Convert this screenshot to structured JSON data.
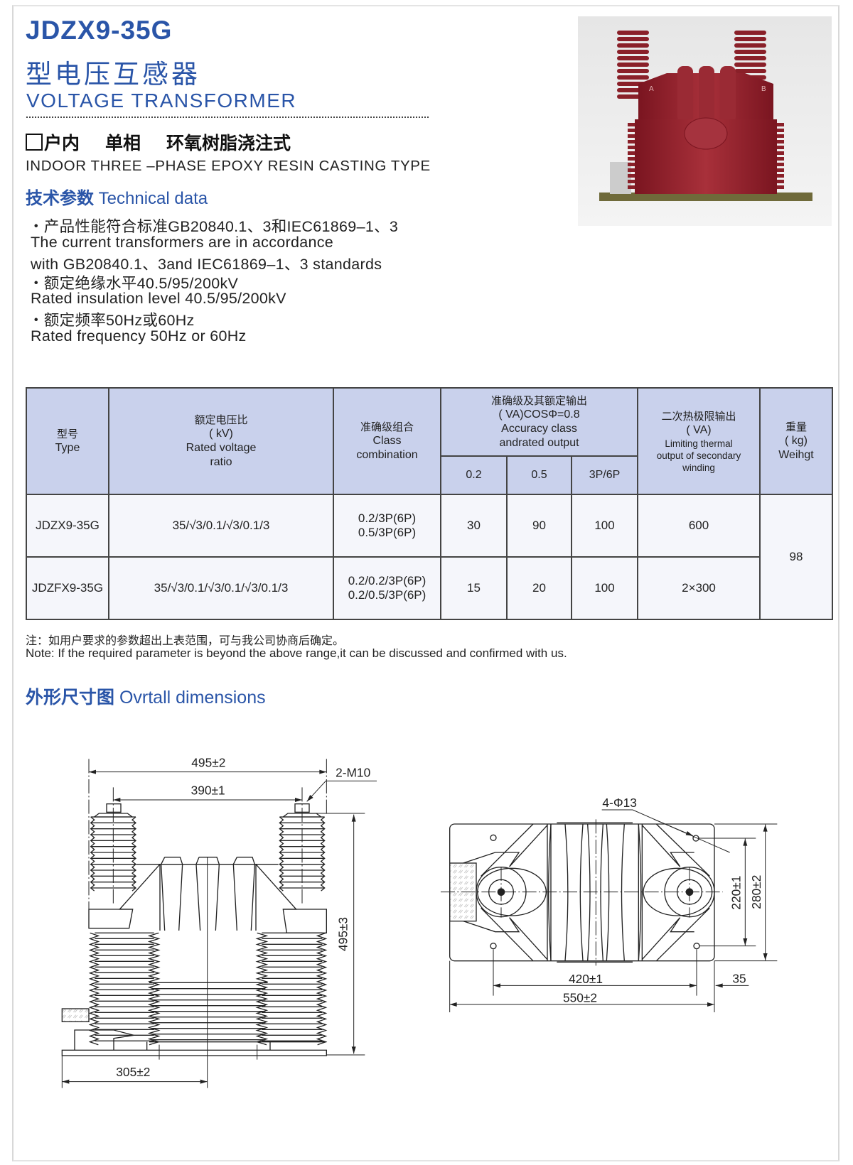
{
  "header": {
    "model": "JDZX9-35G",
    "cn_title": "型电压互感器",
    "en_title": "VOLTAGE  TRANSFORMER",
    "sub_cn": [
      "户内",
      "单相",
      "环氧树脂浇注式"
    ],
    "sub_en": "INDOOR THREE –PHASE EPOXY RESIN CASTING TYPE"
  },
  "tech": {
    "cn": "技术参数",
    "en": "Technical data",
    "lines": [
      "・产品性能符合标准GB20840.1、3和IEC61869–1、3",
      "The current transformers are in accordance",
      "with GB20840.1、3and IEC61869–1、3 standards",
      "・额定绝缘水平40.5/95/200kV",
      "Rated insulation level 40.5/95/200kV",
      "・额定频率50Hz或60Hz",
      "Rated frequency 50Hz or 60Hz"
    ]
  },
  "photo": {
    "labels": [
      "A",
      "B"
    ]
  },
  "table": {
    "headers": {
      "type_cn": "型号",
      "type_en": "Type",
      "ratio_cn": "额定电压比",
      "ratio_unit": "( kV)",
      "ratio_en1": "Rated voltage",
      "ratio_en2": "ratio",
      "class_cn": "准确级组合",
      "class_en1": "Class",
      "class_en2": "combination",
      "acc_cn": "准确级及其额定输出",
      "acc_unit": "( VA)COSΦ=0.8",
      "acc_en1": "Accuracy class",
      "acc_en2": "andrated output",
      "acc_sub": [
        "0.2",
        "0.5",
        "3P/6P"
      ],
      "therm_cn": "二次热极限输出",
      "therm_unit": "( VA)",
      "therm_en1": "Limiting thermal",
      "therm_en2": "output of secondary",
      "therm_en3": "winding",
      "weight_cn": "重量",
      "weight_unit": "( kg)",
      "weight_en": "Weihgt"
    },
    "rows": [
      {
        "type": "JDZX9-35G",
        "ratio": "35/√3/0.1/√3/0.1/3",
        "class1": "0.2/3P(6P)",
        "class2": "0.5/3P(6P)",
        "v02": "30",
        "v05": "90",
        "v3p": "100",
        "thermal": "600"
      },
      {
        "type": "JDZFX9-35G",
        "ratio": "35/√3/0.1/√3/0.1/√3/0.1/3",
        "class1": "0.2/0.2/3P(6P)",
        "class2": "0.2/0.5/3P(6P)",
        "v02": "15",
        "v05": "20",
        "v3p": "100",
        "thermal": "2×300"
      }
    ],
    "weight": "98"
  },
  "notes": {
    "cn": "注：如用户要求的参数超出上表范围，可与我公司协商后确定。",
    "en": "Note: If the required parameter is beyond the above range,it can be discussed and confirmed with us."
  },
  "dimensions": {
    "cn": "外形尺寸图",
    "en": "Ovrtall dimensions",
    "front": {
      "width": "495±2",
      "terminal_spacing": "390±1",
      "terminal": "2-M10",
      "height": "495±3",
      "offset": "305±2"
    },
    "top": {
      "holes": "4-Φ13",
      "hole_x": "420±1",
      "length": "550±2",
      "hole_y": "220±1",
      "width": "280±2",
      "edge": "35"
    }
  }
}
